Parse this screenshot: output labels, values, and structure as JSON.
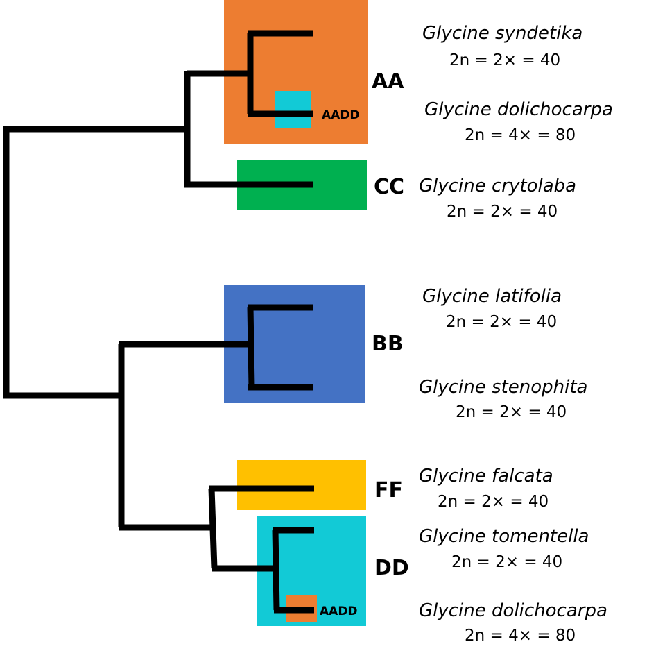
{
  "colors": {
    "AA": "#ED7D31",
    "CC": "#00B050",
    "BB": "#4472C4",
    "FF": "#FFC000",
    "DD": "#12CAD6",
    "branch": "#000000"
  },
  "genomes": {
    "AA": "AA",
    "CC": "CC",
    "BB": "BB",
    "FF": "FF",
    "DD": "DD"
  },
  "hybrid_markers": [
    {
      "label": "AADD",
      "clade": "AA",
      "inset_color": "#12CAD6"
    },
    {
      "label": "AADD",
      "clade": "DD",
      "inset_color": "#ED7D31"
    }
  ],
  "taxa": [
    {
      "species": "Glycine syndetika",
      "ploidy": "2n = 2× = 40",
      "genome": "AA"
    },
    {
      "species": "Glycine dolichocarpa",
      "ploidy": "2n = 4× = 80",
      "genome": "AA"
    },
    {
      "species": "Glycine crytolaba",
      "ploidy": "2n = 2× = 40",
      "genome": "CC"
    },
    {
      "species": "Glycine latifolia",
      "ploidy": "2n = 2× = 40",
      "genome": "BB"
    },
    {
      "species": "Glycine stenophita",
      "ploidy": "2n = 2× = 40",
      "genome": "BB"
    },
    {
      "species": "Glycine falcata",
      "ploidy": "2n = 2× = 40",
      "genome": "FF"
    },
    {
      "species": "Glycine tomentella",
      "ploidy": "2n = 2× = 40",
      "genome": "DD"
    },
    {
      "species": "Glycine dolichocarpa",
      "ploidy": "2n = 4× = 80",
      "genome": "DD"
    }
  ]
}
